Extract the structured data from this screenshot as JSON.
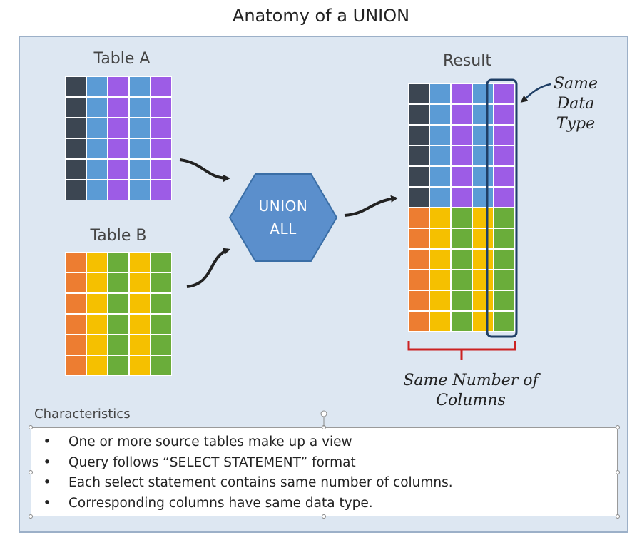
{
  "title": "Anatomy of a UNION",
  "table_a": {
    "label": "Table A",
    "rows": 6,
    "column_colors": [
      "#3c4652",
      "#5b9bd5",
      "#9d5ce6",
      "#5b9bd5",
      "#9d5ce6"
    ]
  },
  "table_b": {
    "label": "Table B",
    "rows": 6,
    "column_colors": [
      "#ed7d31",
      "#f5c000",
      "#6aad3a",
      "#f5c000",
      "#6aad3a"
    ]
  },
  "union_node": {
    "line1": "UNION",
    "line2": "ALL",
    "fill": "#5b8fcc",
    "stroke": "#3a6ea6"
  },
  "result": {
    "label": "Result",
    "rows_from_a": 6,
    "rows_from_b": 6,
    "column_colors_a": [
      "#3c4652",
      "#5b9bd5",
      "#9d5ce6",
      "#5b9bd5",
      "#9d5ce6"
    ],
    "column_colors_b": [
      "#ed7d31",
      "#f5c000",
      "#6aad3a",
      "#f5c000",
      "#6aad3a"
    ],
    "highlight_color": "#1f3f66"
  },
  "annotations": {
    "same_data_type": [
      "Same",
      "Data",
      "Type"
    ],
    "same_number_of_columns": [
      "Same Number of",
      "Columns"
    ],
    "brace_color": "#cc2222"
  },
  "characteristics": {
    "title": "Characteristics",
    "bullet": "•",
    "items": [
      "One or more source tables make up a view",
      "Query follows “SELECT STATEMENT” format",
      "Each select statement contains same number of columns.",
      "Corresponding columns have same data type."
    ]
  }
}
